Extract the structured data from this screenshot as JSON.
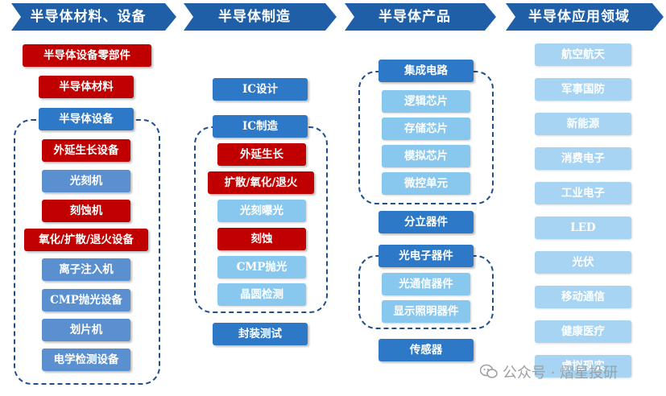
{
  "headers": [
    "半导体材料、设备",
    "半导体制造",
    "半导体产品",
    "半导体应用领域"
  ],
  "col1": {
    "top_items": [
      "半导体设备零部件",
      "半导体材料"
    ],
    "group_title": "半导体设备",
    "group_items": [
      "外延生长设备",
      "光刻机",
      "刻蚀机",
      "氧化/扩散/退火设备",
      "离子注入机",
      "CMP抛光设备",
      "划片机",
      "电学检测设备"
    ]
  },
  "col2": {
    "ic_design": "IC设计",
    "group_title": "IC制造",
    "group_items": [
      "外延生长",
      "扩散/氧化/退火",
      "光刻曝光",
      "刻蚀",
      "CMP抛光",
      "晶圆检测"
    ],
    "packaging": "封装测试"
  },
  "col3": {
    "ic_title": "集成电路",
    "ic_items": [
      "逻辑芯片",
      "存储芯片",
      "模拟芯片",
      "微控单元"
    ],
    "discrete": "分立器件",
    "opto_title": "光电子器件",
    "opto_items": [
      "光通信器件",
      "显示照明器件"
    ],
    "sensor": "传感器"
  },
  "col4": {
    "items": [
      "航空航天",
      "军事国防",
      "新能源",
      "消费电子",
      "工业电子",
      "LED",
      "光伏",
      "移动通信",
      "健康医疗",
      "虚拟现实"
    ]
  },
  "watermark": "公众号 · 熠星投研",
  "colors": {
    "header": "#1f5fa8",
    "red": "#c00000",
    "blue": "#2e78c8",
    "light_blue": "#89c8ee",
    "pale_blue": "#a6d4f2",
    "dashed_border": "#1f4f8c"
  }
}
